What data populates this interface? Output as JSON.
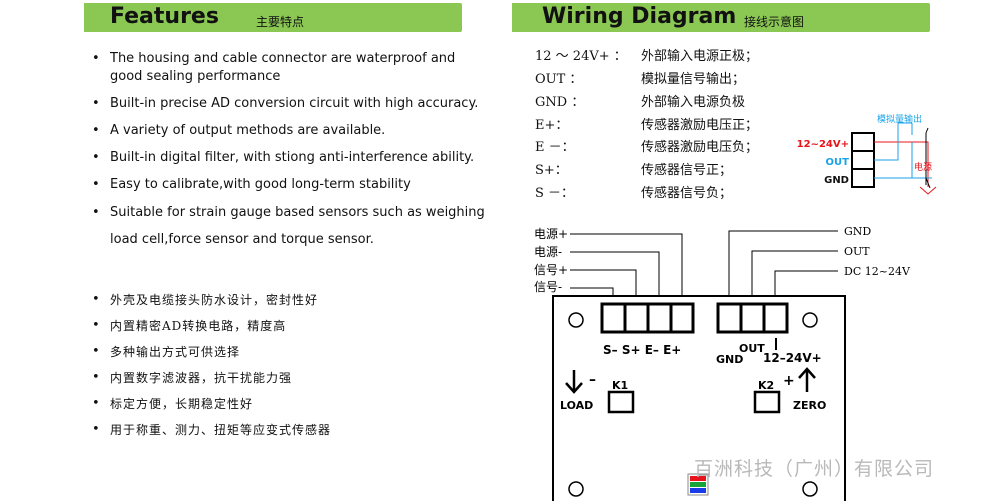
{
  "features": {
    "title": "Features",
    "subtitle": "主要特点",
    "items_en": [
      "The housing and cable connector are waterproof and good sealing performance",
      "Built-in precise AD conversion circuit with high accuracy.",
      "A variety of output methods are available.",
      "Built-in digital filter, with stiong anti-interference ability.",
      "Easy to calibrate,with good long-term stability",
      "Suitable for strain gauge based sensors such as weighing load cell,force sensor and torque sensor."
    ],
    "items_zh": [
      "外壳及电缆接头防水设计，密封性好",
      "内置精密AD转换电路，精度高",
      "多种输出方式可供选择",
      "内置数字滤波器，抗干扰能力强",
      "标定方便，长期稳定性好",
      "用于称重、测力、扭矩等应变式传感器"
    ]
  },
  "wiring": {
    "title": "Wiring Diagram",
    "subtitle": "接线示意图",
    "rows": [
      {
        "key": "12 ～ 24V+ ：",
        "value": "外部输入电源正极；"
      },
      {
        "key": "OUT ：",
        "value": "模拟量信号输出；"
      },
      {
        "key": "GND ：",
        "value": "外部输入电源负极"
      },
      {
        "key": "E+：",
        "value": "传感器激励电压正；"
      },
      {
        "key": "E －：",
        "value": "传感器激励电压负；"
      },
      {
        "key": "S+：",
        "value": "传感器信号正；"
      },
      {
        "key": "S －：",
        "value": "传感器信号负；"
      }
    ],
    "mini": {
      "top_label": "模拟量输出",
      "side_label": "电源",
      "pin1": "12~24V+",
      "pin2": "OUT",
      "pin3": "GND",
      "accent_red": "#e8141c",
      "accent_blue": "#1aa3e8"
    },
    "board": {
      "left_labels": [
        "电源+",
        "电源-",
        "信号+",
        "信号-"
      ],
      "right_labels": [
        "GND",
        "OUT",
        "DC 12~24V"
      ],
      "sensor_pins": "S– S+ E– E+",
      "gnd": "GND",
      "out": "OUT",
      "power": "12–24V+",
      "minus": "–",
      "plus": "+",
      "k1": "K1",
      "k2": "K2",
      "load": "LOAD",
      "zero": "ZERO"
    }
  },
  "company": "百洲科技（广州）有限公司"
}
